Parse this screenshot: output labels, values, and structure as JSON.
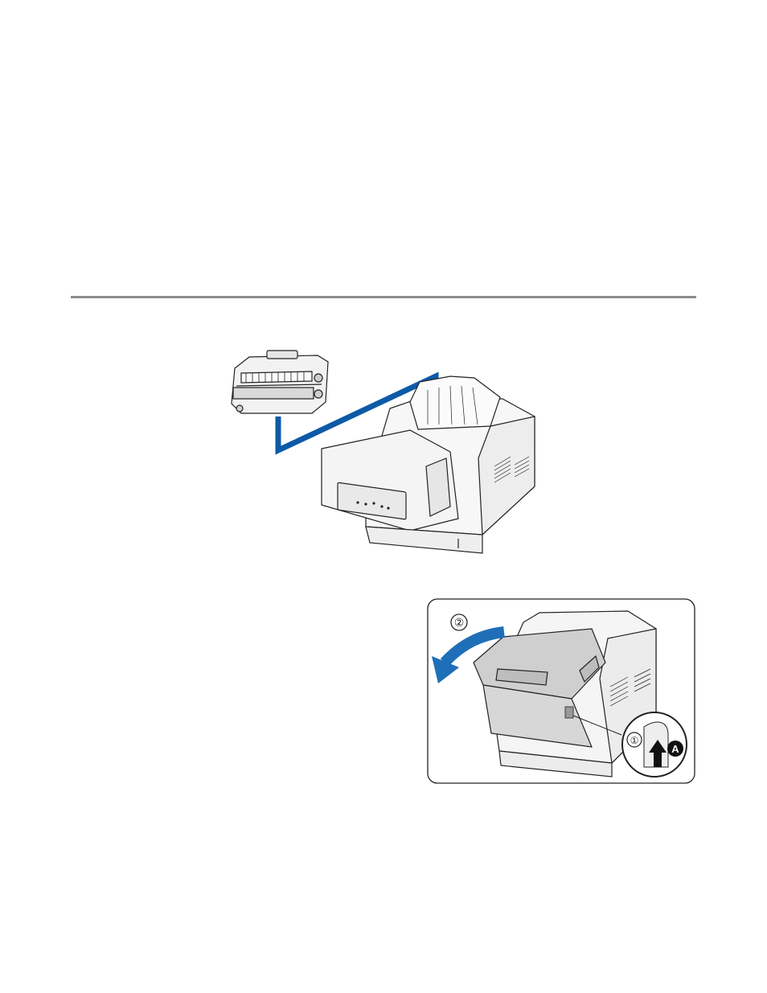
{
  "page": {
    "background": "#ffffff",
    "rule_color": "#8c8c8c"
  },
  "figure_install_drum": {
    "icon": "printer-drum-install-illustration",
    "arrow_color": "#0d5aa7"
  },
  "figure_close_cover": {
    "icon": "printer-close-cover-illustration",
    "arrow_color": "#1f6fb8",
    "step_1": "①",
    "step_2": "②",
    "callout": "A"
  }
}
